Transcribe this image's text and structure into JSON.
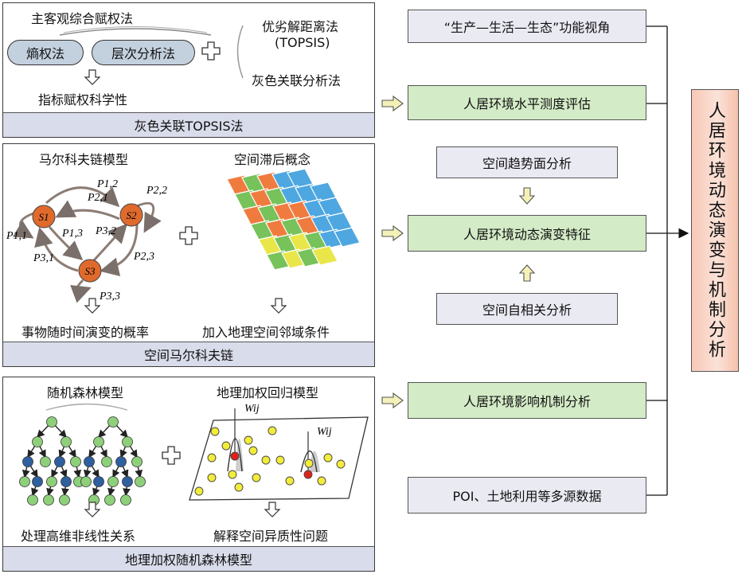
{
  "panel1": {
    "title": "主客观综合赋权法",
    "pill_left": "熵权法",
    "pill_right": "层次分析法",
    "result": "指标赋权科学性",
    "method_top": "优劣解距离法",
    "method_top_sub": "(TOPSIS)",
    "method_bottom": "灰色关联分析法",
    "footer": "灰色关联TOPSIS法"
  },
  "panel2": {
    "left_title": "马尔科夫链模型",
    "right_title": "空间滞后概念",
    "left_result": "事物随时间演变的概率",
    "right_result": "加入地理空间邻域条件",
    "footer": "空间马尔科夫链",
    "states": [
      "S1",
      "S2",
      "S3"
    ],
    "labels": {
      "p12": "P1,2",
      "p21": "P2,1",
      "p22": "P2,2",
      "p11": "P1,1",
      "p13": "P1,3",
      "p32": "P3,2",
      "p31": "P3,1",
      "p23": "P2,3",
      "p33": "P3,3"
    }
  },
  "panel3": {
    "left_title": "随机森林模型",
    "right_title": "地理加权回归模型",
    "left_result": "处理高维非线性关系",
    "right_result": "解释空间异质性问题",
    "footer": "地理加权随机森林模型",
    "weight_label": "Wij"
  },
  "middle": {
    "perspective": "“生产—生活—生态”功能视角",
    "level_eval": "人居环境水平测度评估",
    "trend": "空间趋势面分析",
    "dynamic": "人居环境动态演变特征",
    "autocorr": "空间自相关分析",
    "mechanism": "人居环境影响机制分析",
    "data": "POI、土地利用等多源数据"
  },
  "final": "人居环境动态演变与机制分析",
  "colors": {
    "green_box": "#d3ebc6",
    "grey_box": "#eaeaf3",
    "footer": "#d9dcea",
    "pill": "#c3d0de",
    "state_node": "#e06a2c",
    "arrow_fill": "#f3f1b8"
  }
}
